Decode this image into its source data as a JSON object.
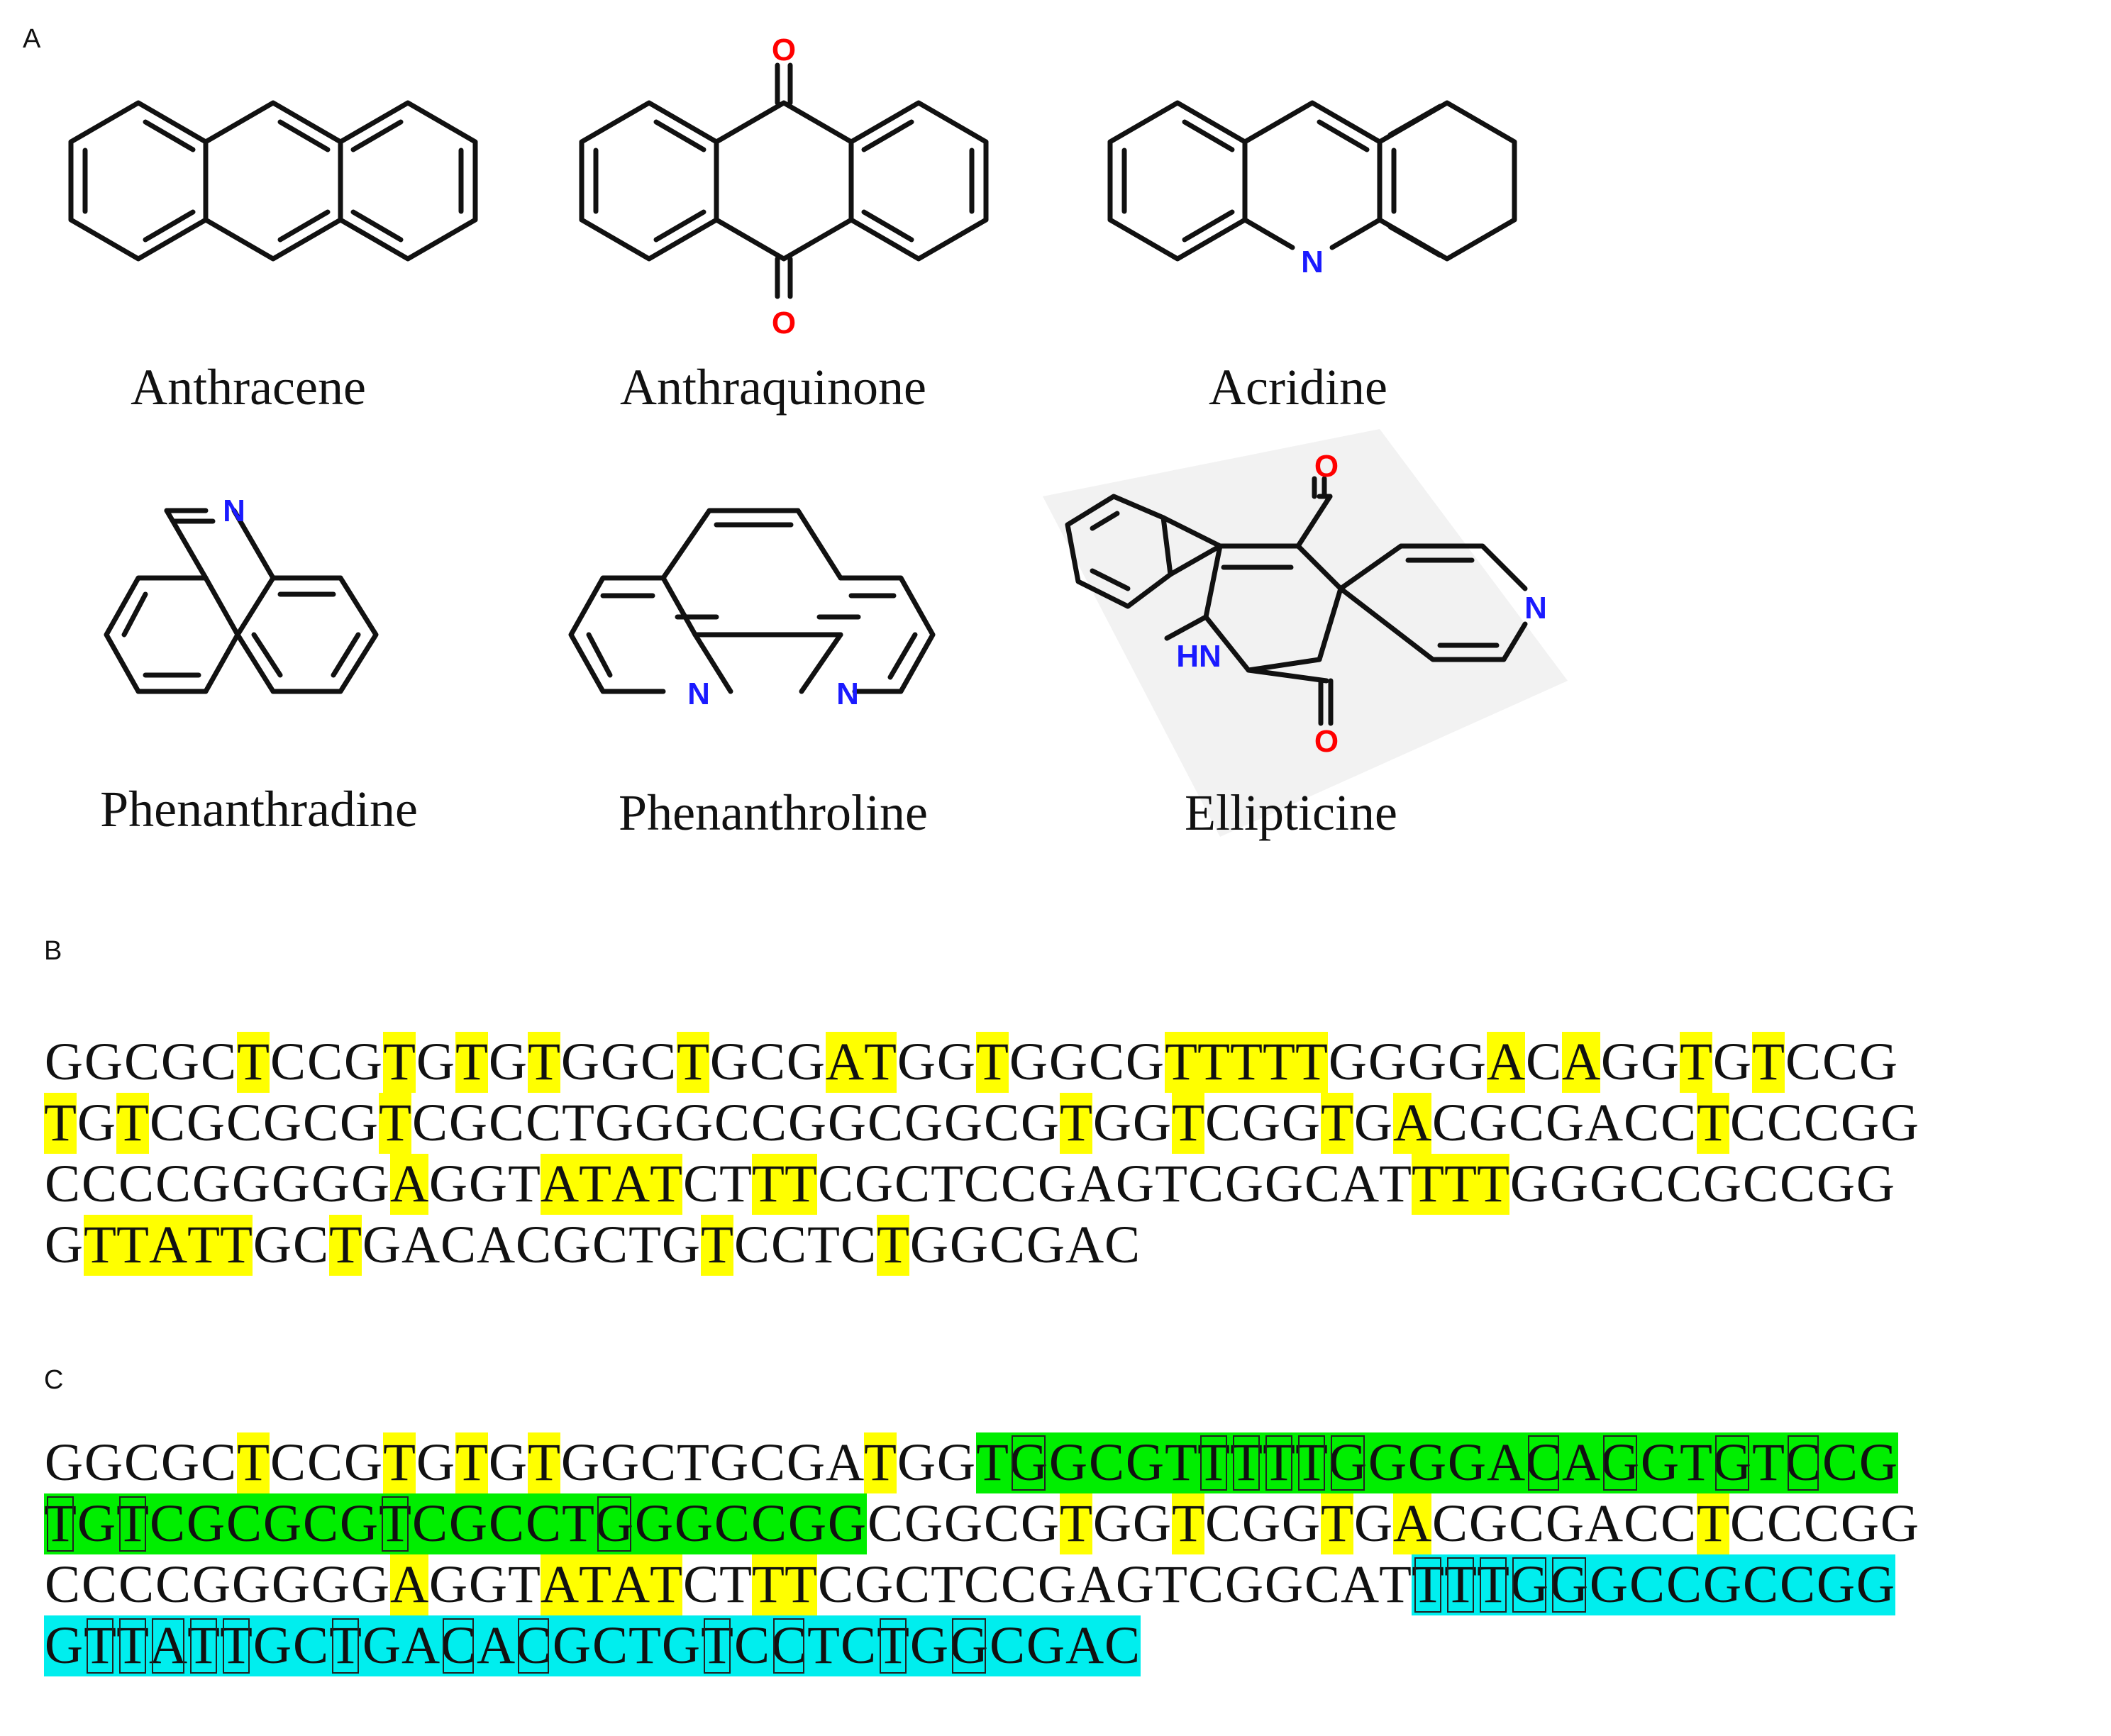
{
  "panels": {
    "a": "A",
    "b": "B",
    "c": "C"
  },
  "molecules": {
    "anthracene": "Anthracene",
    "anthraquinone": "Anthraquinone",
    "acridine": "Acridine",
    "phenanthradine": "Phenanthradine",
    "phenanthroline": "Phenanthroline",
    "ellipticine": "Ellipticine"
  },
  "atom_labels": {
    "o": "O",
    "n": "N",
    "hn": "HN"
  },
  "colors": {
    "bond": "#111111",
    "oxygen": "#ff0000",
    "nitrogen": "#1a1aff",
    "highlight_yellow": "#ffff00",
    "highlight_green": "#00ee00",
    "highlight_cyan": "#00eeee",
    "ellipticine_bg": "#f2f2f2"
  },
  "sequence_b": {
    "lines": [
      "GGCGCTCCGTGTGTGGCTGCGATGGTGGCGTTTTTGGGGACAGGTGTCCG",
      "TGTCGCGCGTCGCCTGGGCCGGCGGCGTGGTCGGTGACGCGACCTCCCGG",
      "CCCCGGGGGAGGTATATCTTTCGCTCCGAGTCGGCATTTTGGGCCGCCGG",
      "GTTATTGCTGACACGCTGTCCTCTGGCGAC"
    ],
    "highlights": [
      "yyyyyY...Y.Y.Y...Y...YY..Y....YYYYY....Y.Y..Y.Y...",
      "Y.Y......Y.....Y...........Y..Y...Y.Y...Y...Y.....",
      ".........Y...YYYYY.YYY...Y...Y.Y.....YYYYY.........",
      ".YYYYY..Y..Y.Y....Y.Y..Y.Y.....Y"
    ]
  },
  "sequence_c": {
    "lines": [
      "GGCGCTCCGTGTGTGGCTGCGATGGTGGCGTTTTTGGGGACAGGTGTCCG",
      "TGTCGCGCGTCGCCTGGGCCGGCGGCGTGGTCGGTGACGCGACCTCCCGG",
      "CCCCGGGGGAGGTATATCTTTCGCTCCGAGTCGGCATTTTGGGCCGCCGG",
      "GTTATTGCTGACACGCTGTCCTCTGGCGAC"
    ],
    "highlights": [
      ".....y...y.y.y....y...yy.GGGGGGGGGGGGGGGGGGGGGGGGGG",
      "GGGGGGGGGGGGGGGGGGGGGG.....y..y...y.y...y...y.....",
      ".........y...yyyyy.yyy...y...y.y.....CCCCCCCCCCCCC",
      "CCCCCCCCCCCCCCCCCCCCCCCCCCCCCC"
    ],
    "boxes": [
      "..........................X....XXXXX....X.X..X.X...",
      "X.X......X.....X..................................",
      ".....................................XXXXX.........",
      ".XXXXX..X..X.X....X.X..X.X....X"
    ]
  }
}
